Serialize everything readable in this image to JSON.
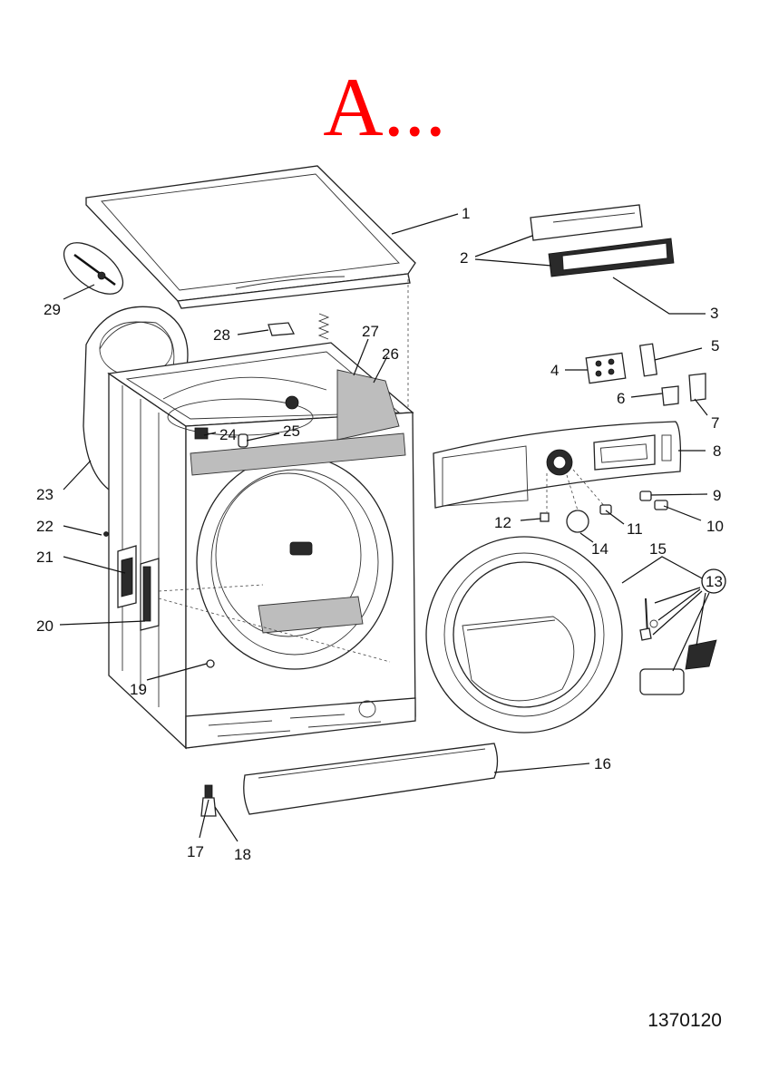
{
  "title": "A...",
  "title_color": "#ff0000",
  "document_number": "1370120",
  "callouts": [
    {
      "id": "1",
      "text": "1"
    },
    {
      "id": "2",
      "text": "2"
    },
    {
      "id": "3",
      "text": "3"
    },
    {
      "id": "4",
      "text": "4"
    },
    {
      "id": "5",
      "text": "5"
    },
    {
      "id": "6",
      "text": "6"
    },
    {
      "id": "7",
      "text": "7"
    },
    {
      "id": "8",
      "text": "8"
    },
    {
      "id": "9",
      "text": "9"
    },
    {
      "id": "10",
      "text": "10"
    },
    {
      "id": "11",
      "text": "11"
    },
    {
      "id": "12",
      "text": "12"
    },
    {
      "id": "13",
      "text": "13"
    },
    {
      "id": "14",
      "text": "14"
    },
    {
      "id": "15",
      "text": "15"
    },
    {
      "id": "16",
      "text": "16"
    },
    {
      "id": "17",
      "text": "17"
    },
    {
      "id": "18",
      "text": "18"
    },
    {
      "id": "19",
      "text": "19"
    },
    {
      "id": "20",
      "text": "20"
    },
    {
      "id": "21",
      "text": "21"
    },
    {
      "id": "22",
      "text": "22"
    },
    {
      "id": "23",
      "text": "23"
    },
    {
      "id": "24",
      "text": "24"
    },
    {
      "id": "25",
      "text": "25"
    },
    {
      "id": "26",
      "text": "26"
    },
    {
      "id": "27",
      "text": "27"
    },
    {
      "id": "28",
      "text": "28"
    },
    {
      "id": "29",
      "text": "29"
    }
  ]
}
